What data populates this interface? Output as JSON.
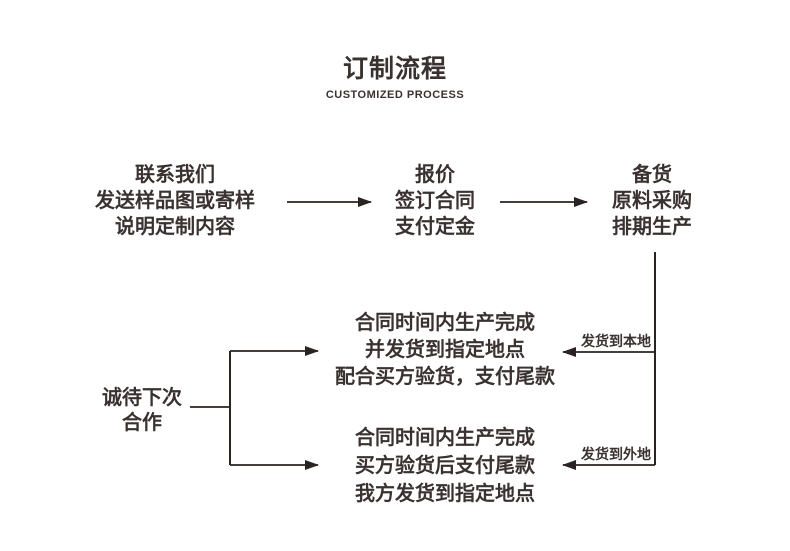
{
  "title": {
    "main": "订制流程",
    "subtitle": "CUSTOMIZED PROCESS"
  },
  "steps": [
    {
      "lines": [
        "联系我们",
        "发送样品图或寄样",
        "说明定制内容"
      ]
    },
    {
      "lines": [
        "报价",
        "签订合同",
        "支付定金"
      ]
    },
    {
      "lines": [
        "备货",
        "原料采购",
        "排期生产"
      ]
    }
  ],
  "branch_labels": {
    "local": "发货到本地",
    "remote": "发货到外地"
  },
  "outcomes": [
    {
      "lines": [
        "合同时间内生产完成",
        "并发货到指定地点",
        "配合买方验货，支付尾款"
      ]
    },
    {
      "lines": [
        "合同时间内生产完成",
        "买方验货后支付尾款",
        "我方发货到指定地点"
      ]
    }
  ],
  "closing": {
    "lines": [
      "诚待下次",
      "合作"
    ]
  },
  "colors": {
    "text": "#3a3230",
    "line": "#2a2321",
    "background": "#ffffff"
  }
}
